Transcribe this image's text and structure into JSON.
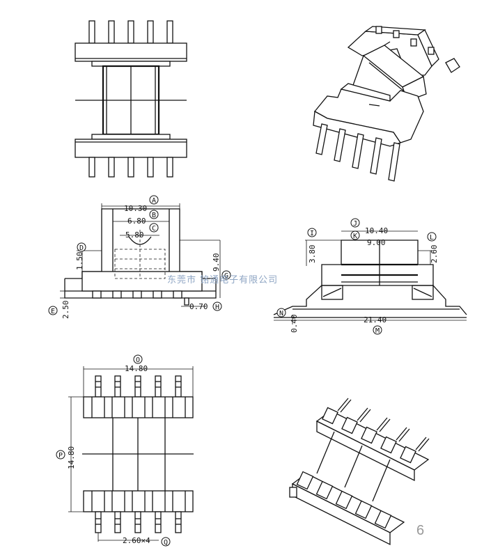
{
  "dimensions": {
    "d_10_30": "10.30",
    "d_6_80": "6.80",
    "d_5_80": "5.80",
    "d_1_50": "1.50",
    "d_2_50": "2.50",
    "d_0_70": "0.70",
    "d_9_40": "9.40",
    "d_10_40": "10.40",
    "d_9_00": "9.00",
    "d_3_80": "3.80",
    "d_2_60": "2.60",
    "d_21_40": "21.40",
    "d_0_40": "0.40",
    "d_14_80_w": "14.80",
    "d_14_80_h": "14.80",
    "d_pitch": "2.60×4"
  },
  "callouts": {
    "A": "A",
    "B": "B",
    "C": "C",
    "D": "D",
    "E": "E",
    "G": "G",
    "H": "H",
    "I": "I",
    "J": "J",
    "K": "K",
    "L": "L",
    "M": "M",
    "N": "N",
    "O": "O",
    "P": "P",
    "Q": "Q"
  },
  "watermark": "东莞市 铭通电子有限公司",
  "page_number": "6"
}
